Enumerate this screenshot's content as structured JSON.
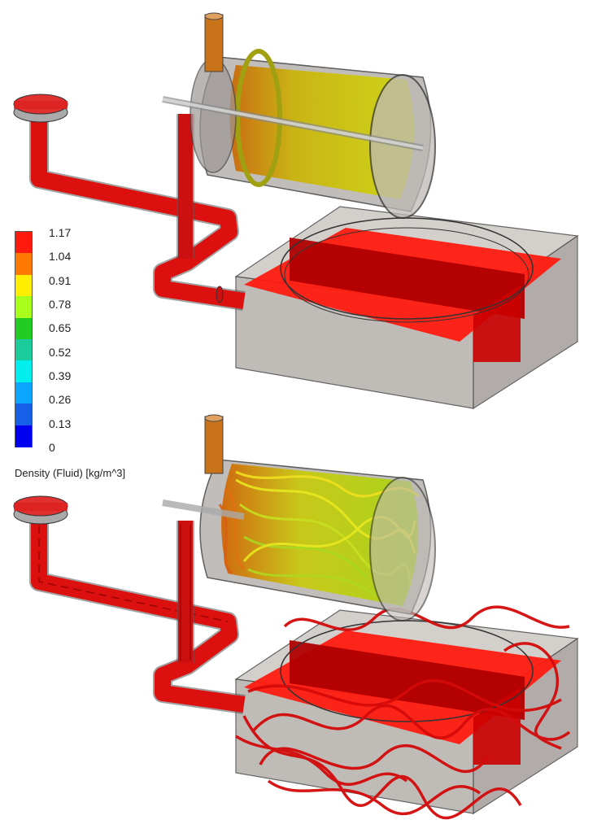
{
  "legend": {
    "title": "Density (Fluid) [kg/m^3]",
    "ticks": [
      "1.17",
      "1.04",
      "0.91",
      "0.78",
      "0.65",
      "0.52",
      "0.39",
      "0.26",
      "0.13",
      "0"
    ],
    "colors": [
      "#ff1a0d",
      "#ff7a00",
      "#ffee00",
      "#a8ff1a",
      "#22cc22",
      "#19cc99",
      "#00eeee",
      "#0aa6ff",
      "#1660e8",
      "#0000ee"
    ]
  },
  "palette": {
    "fluid_high": "#ee1010",
    "fluid_dark": "#aa0000",
    "drum_yellow": "#c8d414",
    "drum_orange": "#d27a10",
    "glass": "#b9b4b0"
  }
}
